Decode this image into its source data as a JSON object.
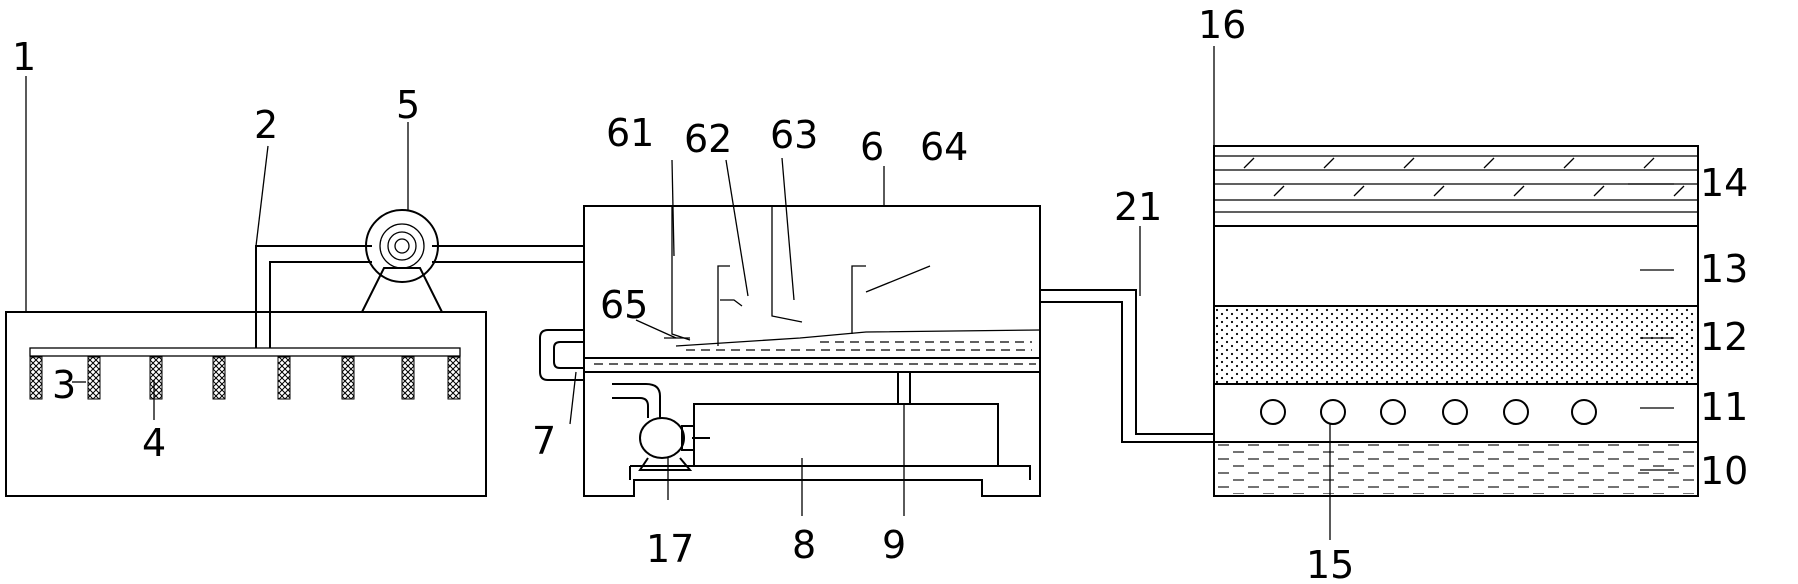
{
  "labels": {
    "l1": "1",
    "l2": "2",
    "l3": "3",
    "l4": "4",
    "l5": "5",
    "l6": "6",
    "l7": "7",
    "l8": "8",
    "l9": "9",
    "l10": "10",
    "l11": "11",
    "l12": "12",
    "l13": "13",
    "l14": "14",
    "l15": "15",
    "l16": "16",
    "l17": "17",
    "l21": "21",
    "l61": "61",
    "l62": "62",
    "l63": "63",
    "l64": "64",
    "l65": "65"
  }
}
